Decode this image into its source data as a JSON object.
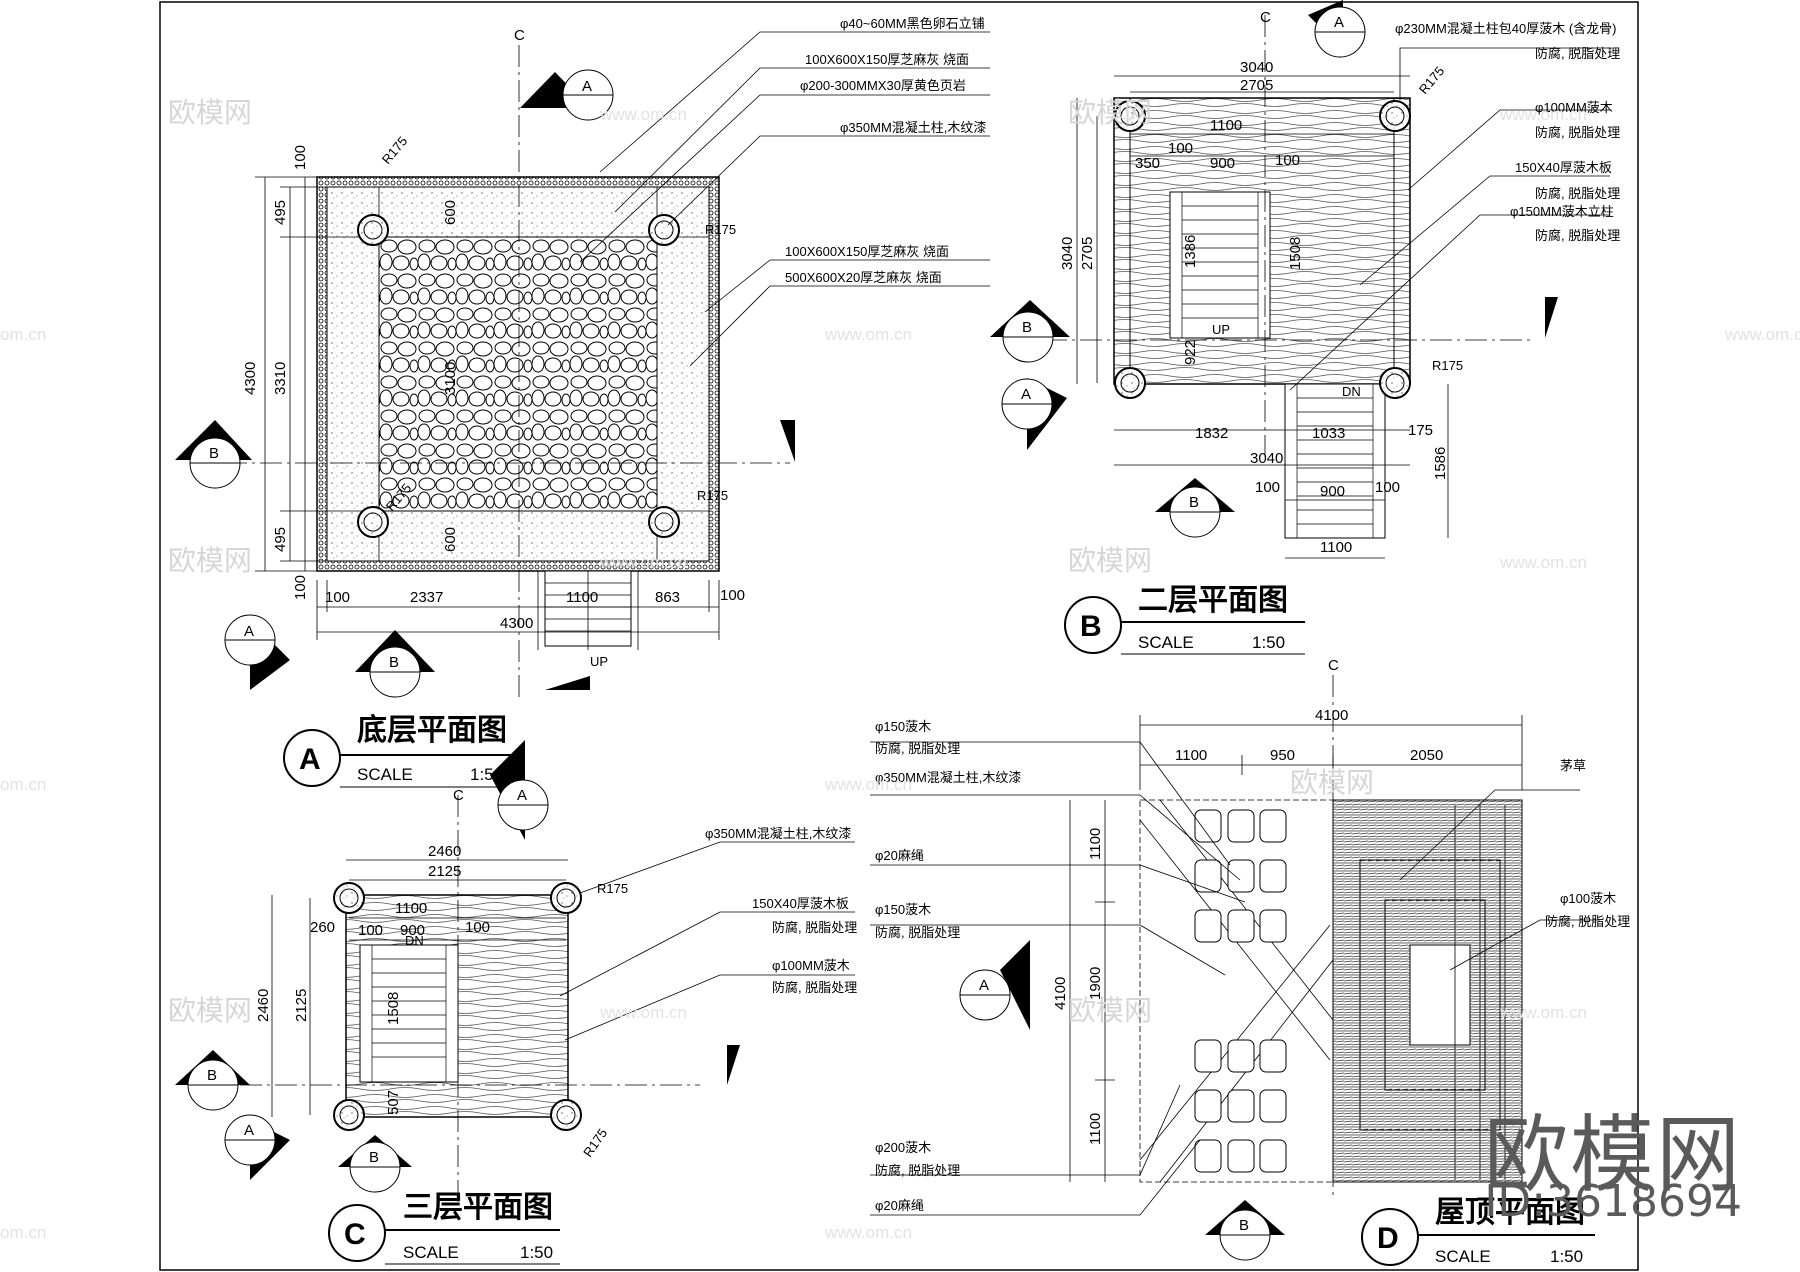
{
  "watermark": {
    "cn": "欧模网",
    "url": "www.om.cn",
    "url_short": "om.cn"
  },
  "brand": {
    "name": "欧模网",
    "id": "ID:3618694"
  },
  "common": {
    "scale_label": "SCALE",
    "scale_value": "1:50",
    "axis_c": "C",
    "tag_b": "B",
    "tag_a": "A",
    "up": "UP",
    "dn": "DN",
    "r175": "R175"
  },
  "plan_a": {
    "badge": "A",
    "title": "底层平面图",
    "notes": [
      "φ40~60MM黑色卵石立铺",
      "100X600X150厚芝麻灰 烧面",
      "φ200-300MMX30厚黄色页岩",
      "φ350MM混凝土柱,木纹漆",
      "100X600X150厚芝麻灰 烧面",
      "500X600X20厚芝麻灰 烧面"
    ],
    "dims": {
      "top_100": "100",
      "d495a": "495",
      "d600a": "600",
      "d4300v": "4300",
      "d3310": "3310",
      "d3100": "3100",
      "d600b": "600",
      "d495b": "495",
      "d100b": "100",
      "b100a": "100",
      "b2337": "2337",
      "b1100": "1100",
      "b863": "863",
      "b100b": "100",
      "b4300": "4300"
    }
  },
  "plan_b": {
    "badge": "B",
    "title": "二层平面图",
    "notes": [
      "φ230MM混凝土柱包40厚菠木 (含龙骨)",
      "防腐, 脱脂处理",
      "φ100MM菠木",
      "防腐, 脱脂处理",
      "150X40厚菠木板",
      "防腐, 脱脂处理",
      "φ150MM菠木立柱",
      "防腐, 脱脂处理"
    ],
    "dims": {
      "t3040": "3040",
      "t2705": "2705",
      "t1100": "1100",
      "t100a": "100",
      "t350": "350",
      "t900": "900",
      "t100b": "100",
      "l3040": "3040",
      "l2705": "2705",
      "i1386": "1386",
      "i1508": "1508",
      "i922": "922",
      "b1832": "1832",
      "b1033": "1033",
      "b175": "175",
      "b3040": "3040",
      "b100a": "100",
      "b900": "900",
      "b100b": "100",
      "b1100": "1100",
      "r1586": "1586"
    }
  },
  "plan_c": {
    "badge": "C",
    "title": "三层平面图",
    "notes": [
      "φ350MM混凝土柱,木纹漆",
      "150X40厚菠木板",
      "防腐, 脱脂处理",
      "φ100MM菠木",
      "防腐, 脱脂处理"
    ],
    "dims": {
      "t2460": "2460",
      "t2125": "2125",
      "t1100": "1100",
      "t260": "260",
      "t100a": "100",
      "t900": "900",
      "t100b": "100",
      "l2460": "2460",
      "l2125": "2125",
      "i1508": "1508",
      "i507": "507"
    }
  },
  "plan_d": {
    "badge": "D",
    "title": "屋顶平面图",
    "notes_left": [
      "φ150菠木",
      "防腐, 脱脂处理",
      "φ350MM混凝土柱,木纹漆",
      "φ20麻绳",
      "φ150菠木",
      "防腐, 脱脂处理",
      "φ200菠木",
      "防腐, 脱脂处理",
      "φ20麻绳"
    ],
    "notes_right": [
      "茅草",
      "φ100菠木",
      "防腐, 脱脂处理"
    ],
    "dims": {
      "t4100": "4100",
      "t1100": "1100",
      "t950": "950",
      "t2050": "2050",
      "l4100": "4100",
      "l1100a": "1100",
      "l1900": "1900",
      "l1100b": "1100"
    }
  }
}
